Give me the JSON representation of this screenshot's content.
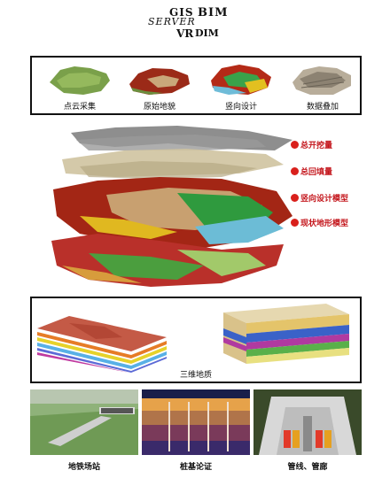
{
  "logo": {
    "gis": "GIS",
    "bim": "BIM",
    "server": "SERVER",
    "vr": "VR",
    "dim": "DIM"
  },
  "workflow": [
    {
      "label": "点云采集"
    },
    {
      "label": "原始地貌"
    },
    {
      "label": "竖向设计"
    },
    {
      "label": "数据叠加"
    }
  ],
  "legend": [
    {
      "label": "总开挖量"
    },
    {
      "label": "总回填量"
    },
    {
      "label": "竖向设计模型"
    },
    {
      "label": "现状地形模型"
    }
  ],
  "geology": {
    "label": "三维地质"
  },
  "applications": [
    {
      "label": "地铁场站"
    },
    {
      "label": "桩基论证"
    },
    {
      "label": "管线、管廊"
    }
  ],
  "colors": {
    "accent": "#d9201c",
    "text": "#111111"
  }
}
